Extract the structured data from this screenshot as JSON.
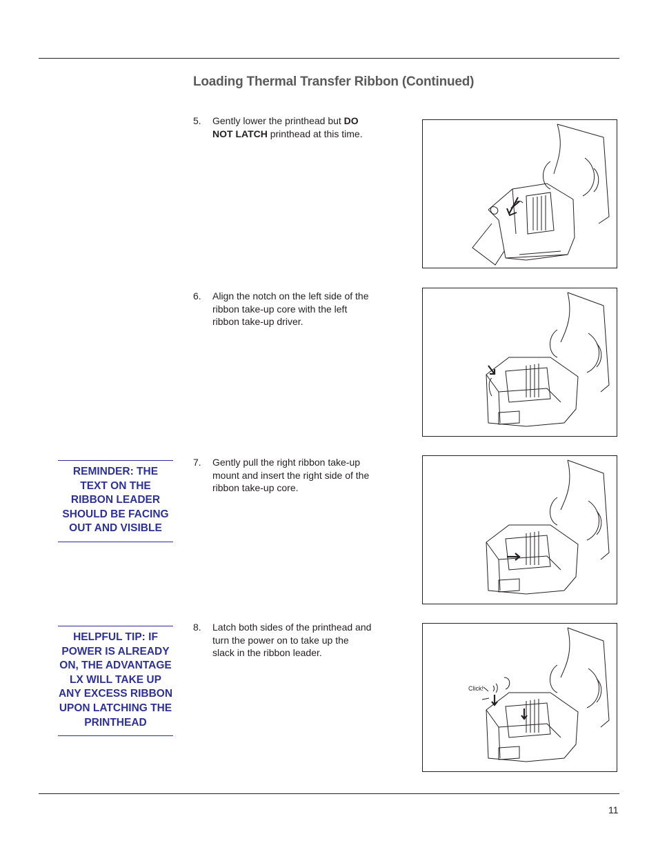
{
  "title": "Loading Thermal Transfer Ribbon (Continued)",
  "steps": [
    {
      "num": "5.",
      "text_before": "Gently lower the printhead but ",
      "bold": "DO NOT LATCH",
      "text_after": " printhead at this time."
    },
    {
      "num": "6.",
      "text": "Align the notch on the left side of the ribbon take-up core with the left ribbon take-up driver."
    },
    {
      "num": "7.",
      "text": "Gently pull the right ribbon take-up mount and insert the right side of the ribbon take-up core."
    },
    {
      "num": "8.",
      "text": "Latch both sides of the printhead and turn the power on to take up the slack in the ribbon leader."
    }
  ],
  "callouts": [
    {
      "text": "REMINDER: THE TEXT ON THE RIBBON LEADER SHOULD BE FACING OUT AND VISIBLE"
    },
    {
      "text": "HELPFUL TIP: IF POWER IS ALREADY ON, THE ADVANTAGE LX WILL TAKE UP ANY EXCESS RIBBON UPON LATCHING THE PRINTHEAD"
    }
  ],
  "figures": [
    {
      "icon": "printer-lower-printhead-illustration"
    },
    {
      "icon": "printer-align-notch-illustration"
    },
    {
      "icon": "printer-insert-core-illustration"
    },
    {
      "icon": "printer-latch-printhead-illustration",
      "click_label": "Click!"
    }
  ],
  "page_number": "11",
  "colors": {
    "accent": "#2e3192",
    "title": "#5a5a5a",
    "text": "#231f20"
  }
}
